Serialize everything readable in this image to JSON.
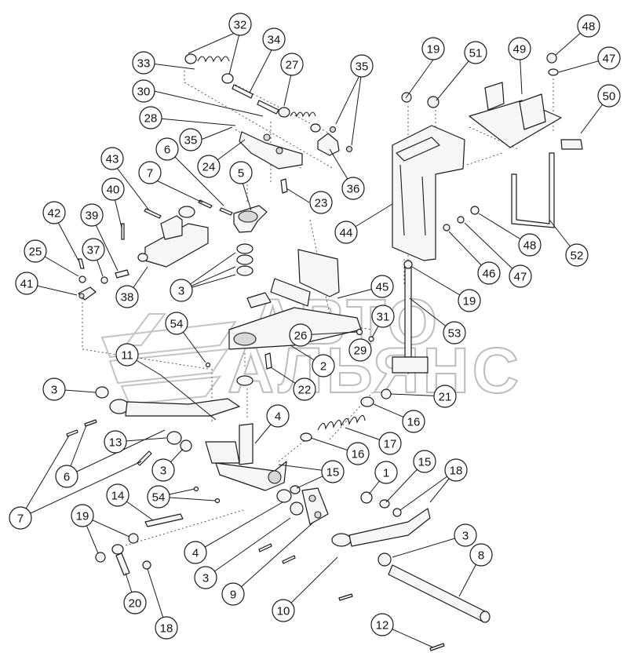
{
  "watermark": {
    "line1": "АВТО",
    "line2": "АЛЬЯНС"
  },
  "callouts": [
    {
      "id": "c32",
      "label": "32"
    },
    {
      "id": "c34",
      "label": "34"
    },
    {
      "id": "c33",
      "label": "33"
    },
    {
      "id": "c27",
      "label": "27"
    },
    {
      "id": "c35a",
      "label": "35"
    },
    {
      "id": "c30",
      "label": "30"
    },
    {
      "id": "c28",
      "label": "28"
    },
    {
      "id": "c35b",
      "label": "35"
    },
    {
      "id": "c24",
      "label": "24"
    },
    {
      "id": "c36",
      "label": "36"
    },
    {
      "id": "c6a",
      "label": "6"
    },
    {
      "id": "c43",
      "label": "43"
    },
    {
      "id": "c7a",
      "label": "7"
    },
    {
      "id": "c5",
      "label": "5"
    },
    {
      "id": "c23",
      "label": "23"
    },
    {
      "id": "c40",
      "label": "40"
    },
    {
      "id": "c42",
      "label": "42"
    },
    {
      "id": "c39",
      "label": "39"
    },
    {
      "id": "c37",
      "label": "37"
    },
    {
      "id": "c25",
      "label": "25"
    },
    {
      "id": "c41",
      "label": "41"
    },
    {
      "id": "c38",
      "label": "38"
    },
    {
      "id": "c3a",
      "label": "3"
    },
    {
      "id": "c19a",
      "label": "19"
    },
    {
      "id": "c51",
      "label": "51"
    },
    {
      "id": "c49",
      "label": "49"
    },
    {
      "id": "c48a",
      "label": "48"
    },
    {
      "id": "c47a",
      "label": "47"
    },
    {
      "id": "c50",
      "label": "50"
    },
    {
      "id": "c44",
      "label": "44"
    },
    {
      "id": "c48b",
      "label": "48"
    },
    {
      "id": "c52",
      "label": "52"
    },
    {
      "id": "c46",
      "label": "46"
    },
    {
      "id": "c47b",
      "label": "47"
    },
    {
      "id": "c19b",
      "label": "19"
    },
    {
      "id": "c45",
      "label": "45"
    },
    {
      "id": "c53",
      "label": "53"
    },
    {
      "id": "c54a",
      "label": "54"
    },
    {
      "id": "c11",
      "label": "11"
    },
    {
      "id": "c26",
      "label": "26"
    },
    {
      "id": "c31",
      "label": "31"
    },
    {
      "id": "c29",
      "label": "29"
    },
    {
      "id": "c2",
      "label": "2"
    },
    {
      "id": "c22",
      "label": "22"
    },
    {
      "id": "c21",
      "label": "21"
    },
    {
      "id": "c16a",
      "label": "16"
    },
    {
      "id": "c3b",
      "label": "3"
    },
    {
      "id": "c4a",
      "label": "4"
    },
    {
      "id": "c17",
      "label": "17"
    },
    {
      "id": "c16b",
      "label": "16"
    },
    {
      "id": "c13",
      "label": "13"
    },
    {
      "id": "c6b",
      "label": "6"
    },
    {
      "id": "c3c",
      "label": "3"
    },
    {
      "id": "c15a",
      "label": "15"
    },
    {
      "id": "c1",
      "label": "1"
    },
    {
      "id": "c15b",
      "label": "15"
    },
    {
      "id": "c18a",
      "label": "18"
    },
    {
      "id": "c7b",
      "label": "7"
    },
    {
      "id": "c54b",
      "label": "54"
    },
    {
      "id": "c14",
      "label": "14"
    },
    {
      "id": "c19c",
      "label": "19"
    },
    {
      "id": "c4b",
      "label": "4"
    },
    {
      "id": "c3d",
      "label": "3"
    },
    {
      "id": "c9",
      "label": "9"
    },
    {
      "id": "c3e",
      "label": "3"
    },
    {
      "id": "c8",
      "label": "8"
    },
    {
      "id": "c20",
      "label": "20"
    },
    {
      "id": "c18b",
      "label": "18"
    },
    {
      "id": "c10",
      "label": "10"
    },
    {
      "id": "c12",
      "label": "12"
    }
  ]
}
